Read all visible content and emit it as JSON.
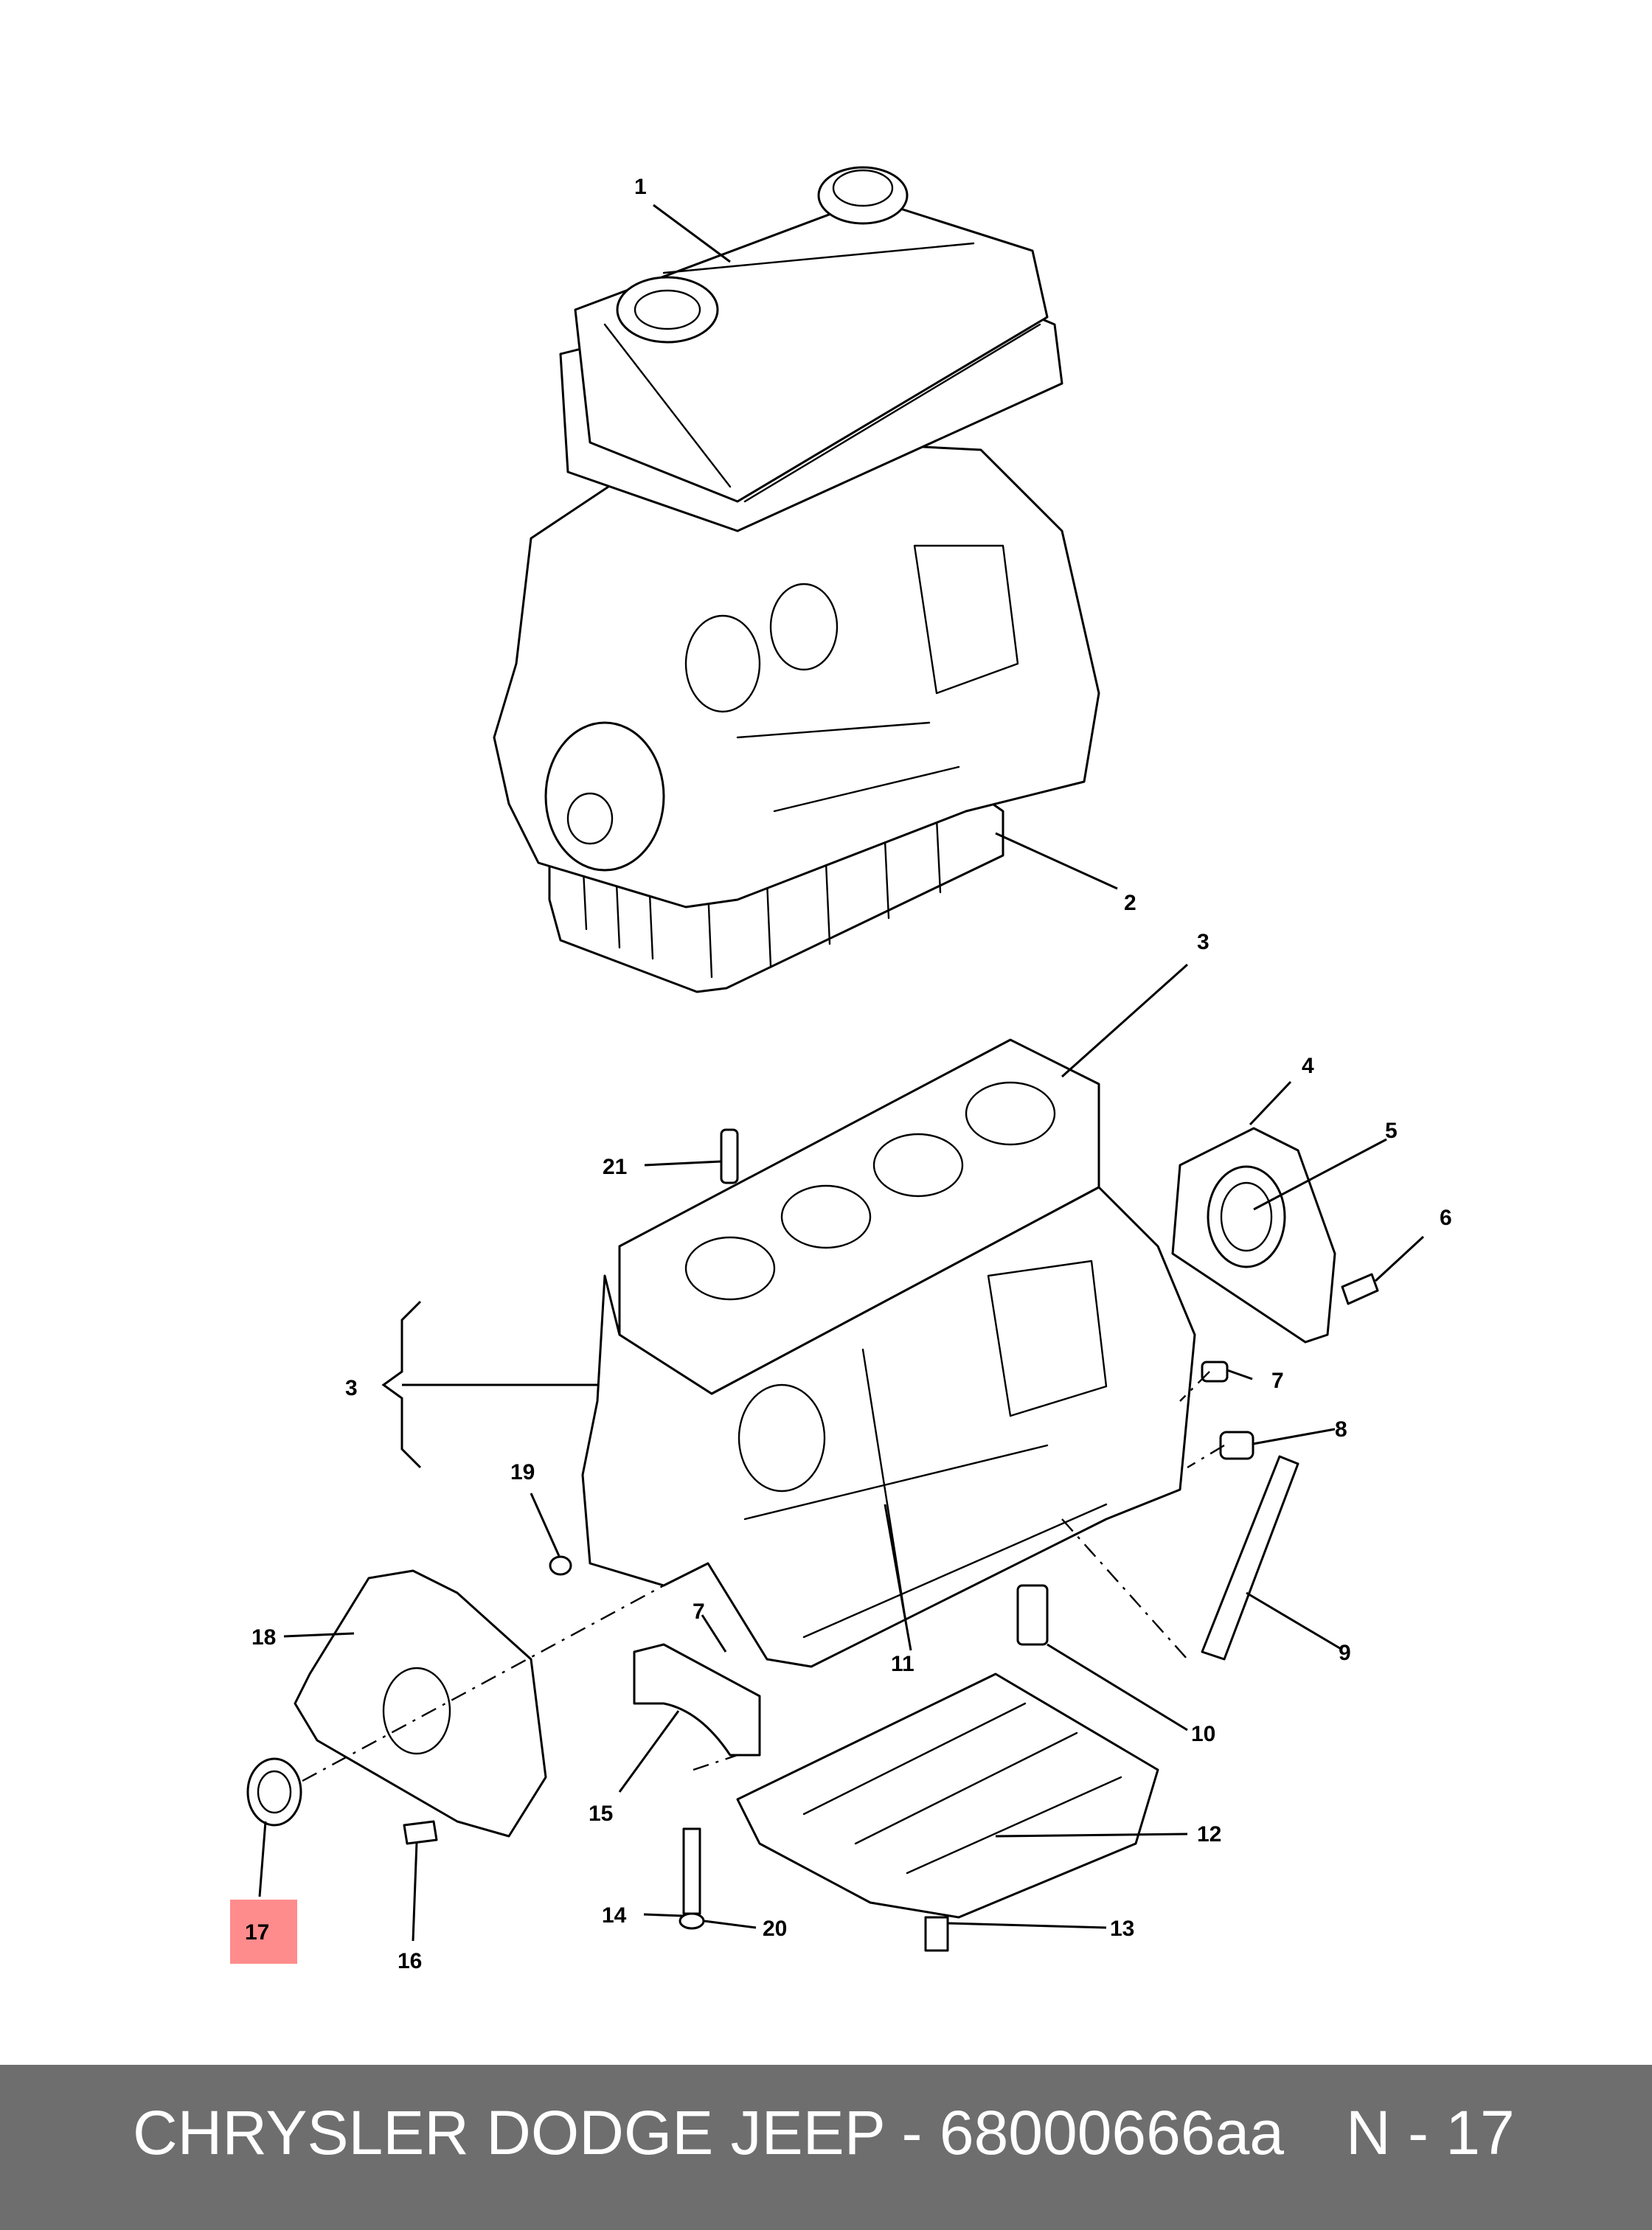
{
  "diagram": {
    "callouts": {
      "c1": "1",
      "c2": "2",
      "c3_block": "3",
      "c3_brace": "3",
      "c4": "4",
      "c5": "5",
      "c6": "6",
      "c7_right": "7",
      "c7_left": "7",
      "c8": "8",
      "c9": "9",
      "c10": "10",
      "c11": "11",
      "c12": "12",
      "c13": "13",
      "c14": "14",
      "c15": "15",
      "c16": "16",
      "c17": "17",
      "c18": "18",
      "c19": "19",
      "c20": "20",
      "c21": "21"
    },
    "highlighted_callout": "17",
    "highlight_color": "#ff8c8c"
  },
  "footer": {
    "title": "CHRYSLER DODGE JEEP - 68000666aa",
    "page": "N - 17",
    "background_color": "#6e6e6e",
    "text_color": "#ffffff"
  }
}
